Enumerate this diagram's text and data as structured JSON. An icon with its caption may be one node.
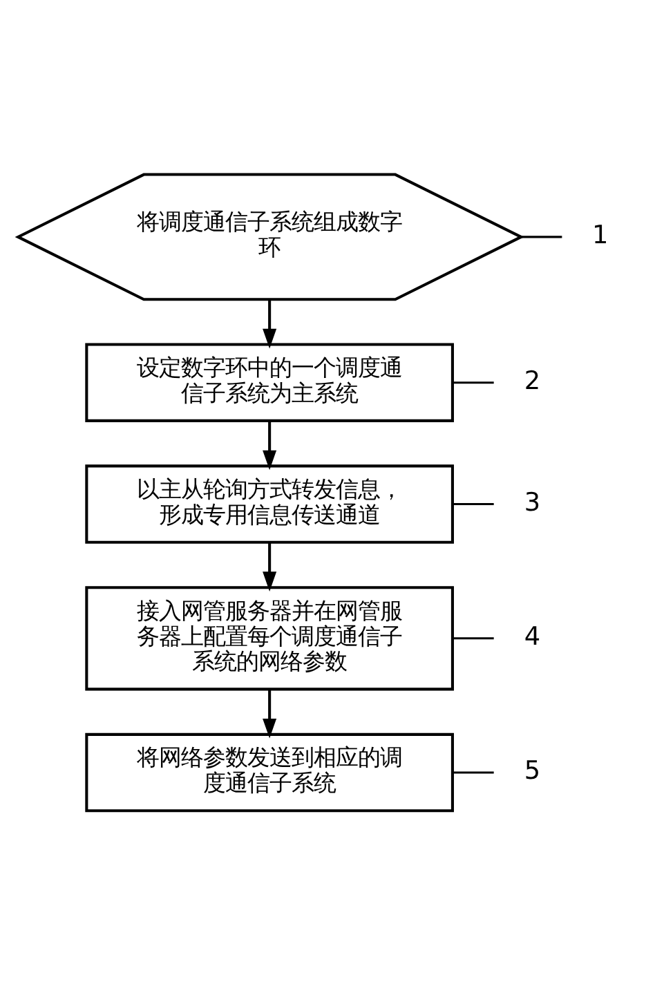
{
  "diagram": {
    "nodes": [
      {
        "text": [
          "将调度通信子系统组成数字环"
        ]
      },
      {
        "text": [
          "设定数字环中的一个调度通信子系统为主系统"
        ]
      },
      {
        "text": [
          "以主从轮询方式转发信息，形成专用信息传送通道"
        ]
      },
      {
        "text": [
          "接入网管服务器并在网管服务器上配置每个调度通信子系统的网络参数"
        ]
      },
      {
        "text": [
          "将网络参数发送到相应的调度通信子系统"
        ]
      },
      {
        "text": [
          "1"
        ]
      },
      {
        "text": [
          "2"
        ]
      },
      {
        "text": [
          "3"
        ]
      },
      {
        "text": [
          "4"
        ]
      },
      {
        "text": [
          "5"
        ]
      }
    ],
    "edges": [
      {
        "from": 0,
        "to": 1,
        "arrow": "to"
      },
      {
        "from": 1,
        "to": 2,
        "arrow": "to"
      },
      {
        "from": 2,
        "to": 3,
        "arrow": "to"
      },
      {
        "from": 3,
        "to": 4,
        "arrow": "to"
      },
      {
        "from": 0,
        "to": 5,
        "arrow": "none"
      },
      {
        "from": 1,
        "to": 6,
        "arrow": "none"
      },
      {
        "from": 2,
        "to": 7,
        "arrow": "none"
      },
      {
        "from": 3,
        "to": 8,
        "arrow": "none"
      },
      {
        "from": 4,
        "to": 9,
        "arrow": "none"
      }
    ]
  }
}
